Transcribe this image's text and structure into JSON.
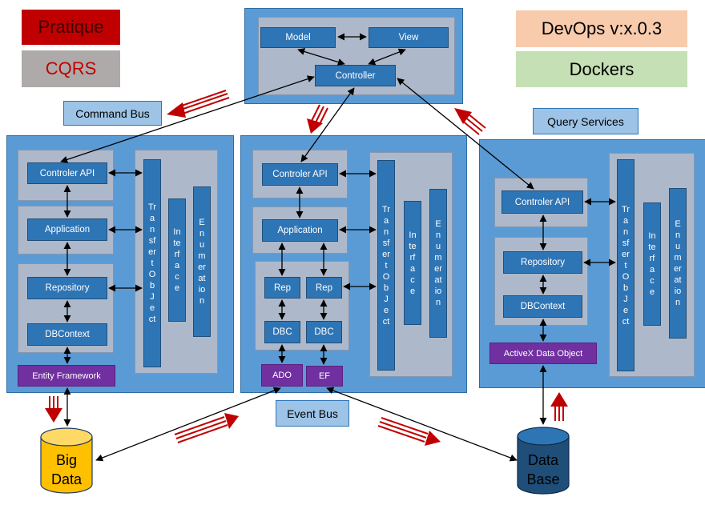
{
  "tags": {
    "pratique": "Pratique",
    "cqrs": "CQRS",
    "devops": "DevOps  v:x.0.3",
    "dockers": "Dockers"
  },
  "colors": {
    "pratique_bg": "#c00000",
    "pratique_text": "#3a0000",
    "cqrs_bg": "#aeaaaa",
    "cqrs_text": "#c00000",
    "devops_bg": "#f8cbad",
    "dockers_bg": "#c5e0b4",
    "panel": "#5b9bd5",
    "inner": "#adb9ca",
    "block": "#2e75b6",
    "purple": "#7030a0",
    "arrow_red": "#c00000"
  },
  "mvc": {
    "model": "Model",
    "view": "View",
    "controller": "Controller"
  },
  "bus": {
    "command": "Command Bus",
    "query": "Query Services",
    "event": "Event Bus"
  },
  "left": {
    "api": "Controler API",
    "application": "Application",
    "repository": "Repository",
    "dbcontext": "DBContext",
    "orm": "Entity Framework",
    "transfer": "TransfertObJect",
    "interface": "Interface",
    "enumeration": "Enumeration"
  },
  "middle": {
    "api": "Controler API",
    "application": "Application",
    "rep1": "Rep",
    "rep2": "Rep",
    "dbc1": "DBC",
    "dbc2": "DBC",
    "ado": "ADO",
    "ef": "EF",
    "transfer": "TransfertObJect",
    "interface": "Interface",
    "enumeration": "Enumeration"
  },
  "right": {
    "api": "Controler API",
    "repository": "Repository",
    "dbcontext": "DBContext",
    "orm": "ActiveX Data Object",
    "transfer": "TransfertObJect",
    "interface": "Interface",
    "enumeration": "Enumeration"
  },
  "stores": {
    "bigdata_line1": "Big",
    "bigdata_line2": "Data",
    "database_line1": "Data",
    "database_line2": "Base"
  }
}
